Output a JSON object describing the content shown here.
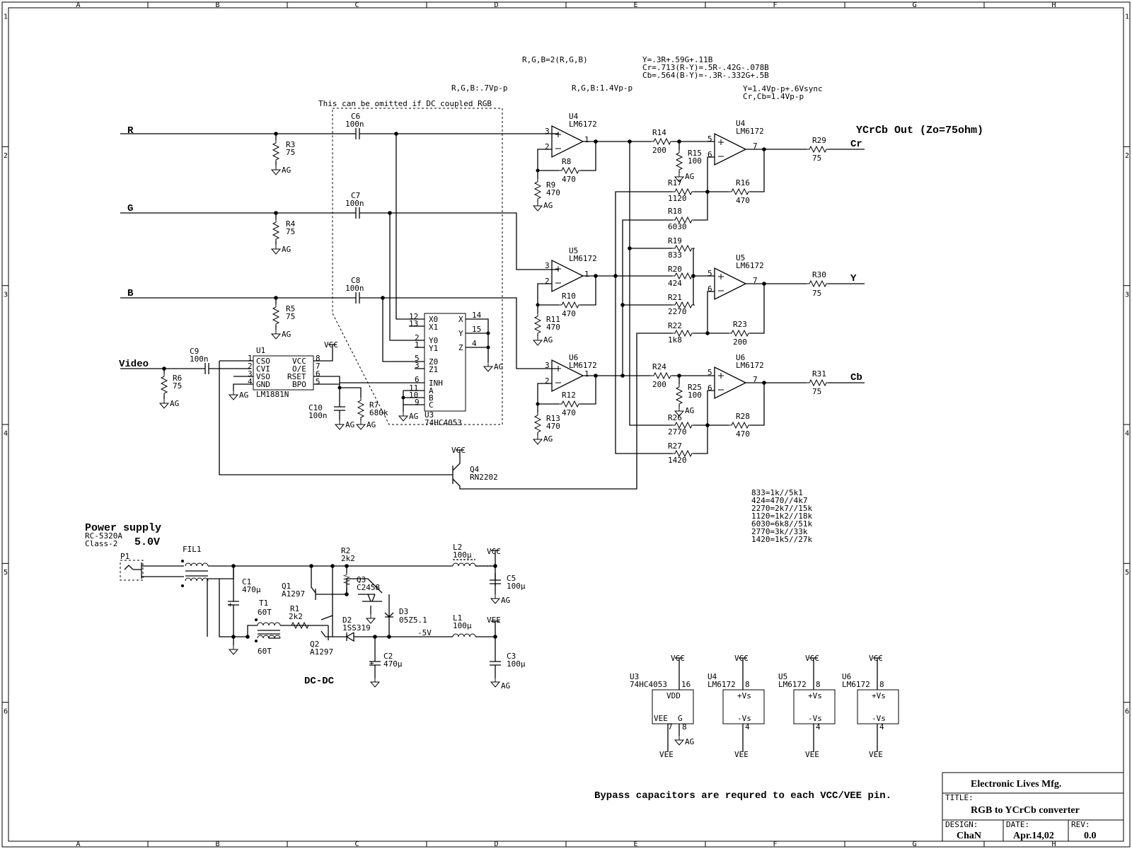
{
  "frame": {
    "cols": [
      "A",
      "B",
      "C",
      "D",
      "E",
      "F",
      "G",
      "H"
    ],
    "rows": [
      "1",
      "2",
      "3",
      "4",
      "5",
      "6"
    ]
  },
  "notes": {
    "rgb_gain": "R,G,B=2(R,G,B)",
    "y_eq": "Y=.3R+.59G+.11B",
    "cr_eq": "Cr=.713(R-Y)=.5R-.42G-.078B",
    "cb_eq": "Cb=.564(B-Y)=-.3R-.332G+.5B",
    "rgb_07": "R,G,B:.7Vp-p",
    "rgb_14": "R,G,B:1.4Vp-p",
    "y_level": "Y=1.4Vp-p+.6Vsync",
    "crcb_level": "Cr,Cb=1.4Vp-p",
    "omit_note": "This can be omitted if DC coupled RGB",
    "out_title": "YCrCb Out (Zo=75ohm)",
    "bypass_note": "Bypass capacitors are requred to each VCC/VEE pin.",
    "resistor_table": [
      "833=1k//5k1",
      "424=470//4k7",
      "2270=2k7//15k",
      "1120=1k2//18k",
      "6030=6k8//51k",
      "2770=3k//33k",
      "1420=1k5//27k"
    ]
  },
  "signals": {
    "r": "R",
    "g": "G",
    "b": "B",
    "video": "Video",
    "cr": "Cr",
    "y": "Y",
    "cb": "Cb"
  },
  "nets": {
    "ag": "AG",
    "vcc": "VCC",
    "vee": "VEE",
    "m5v": "-5V"
  },
  "components": {
    "c6": [
      "C6",
      "100n"
    ],
    "c7": [
      "C7",
      "100n"
    ],
    "c8": [
      "C8",
      "100n"
    ],
    "c9": [
      "C9",
      "100n"
    ],
    "c10": [
      "C10",
      "100n"
    ],
    "r3": [
      "R3",
      "75"
    ],
    "r4": [
      "R4",
      "75"
    ],
    "r5": [
      "R5",
      "75"
    ],
    "r6": [
      "R6",
      "75"
    ],
    "r7": [
      "R7",
      "680k"
    ],
    "r8": [
      "R8",
      "470"
    ],
    "r9": [
      "R9",
      "470"
    ],
    "r10": [
      "R10",
      "470"
    ],
    "r11": [
      "R11",
      "470"
    ],
    "r12": [
      "R12",
      "470"
    ],
    "r13": [
      "R13",
      "470"
    ],
    "r14": [
      "R14",
      "200"
    ],
    "r15": [
      "R15",
      "100"
    ],
    "r16": [
      "R16",
      "470"
    ],
    "r17": [
      "R17",
      "1120"
    ],
    "r18": [
      "R18",
      "6030"
    ],
    "r19": [
      "R19",
      "833"
    ],
    "r20": [
      "R20",
      "424"
    ],
    "r21": [
      "R21",
      "2270"
    ],
    "r22": [
      "R22",
      "1k8"
    ],
    "r23": [
      "R23",
      "200"
    ],
    "r24": [
      "R24",
      "200"
    ],
    "r25": [
      "R25",
      "100"
    ],
    "r26": [
      "R26",
      "2770"
    ],
    "r27": [
      "R27",
      "1420"
    ],
    "r28": [
      "R28",
      "470"
    ],
    "r29": [
      "R29",
      "75"
    ],
    "r30": [
      "R30",
      "75"
    ],
    "r31": [
      "R31",
      "75"
    ],
    "opamp": "LM6172",
    "u4": "U4",
    "u5": "U5",
    "u6": "U6",
    "u1": [
      "U1",
      "LM1881N"
    ],
    "u1_pins": [
      "CSO",
      "CVI",
      "VSO",
      "GND",
      "VCC",
      "O/E",
      "RSET",
      "BPO"
    ],
    "u3": [
      "U3",
      "74HC4053"
    ],
    "u3_pins_l": [
      "X0",
      "X1",
      "Y0",
      "Y1",
      "Z0",
      "Z1",
      "INH",
      "A",
      "B",
      "C"
    ],
    "u3_pins_r": [
      "X",
      "Y",
      "Z"
    ],
    "q4": [
      "Q4",
      "RN2202"
    ],
    "p1": "P1",
    "fil1": "FIL1",
    "c1": [
      "C1",
      "470µ"
    ],
    "c2": [
      "C2",
      "470µ"
    ],
    "c3": [
      "C3",
      "100µ"
    ],
    "c5": [
      "C5",
      "100µ"
    ],
    "t1": [
      "T1",
      "60T",
      "60T"
    ],
    "r1": [
      "R1",
      "2k2"
    ],
    "r2": [
      "R2",
      "2k2"
    ],
    "q1": [
      "Q1",
      "A1297"
    ],
    "q2": [
      "Q2",
      "A1297"
    ],
    "q3": [
      "Q3",
      "C2458"
    ],
    "d2": [
      "D2",
      "1SS319"
    ],
    "d3": [
      "D3",
      "05Z5.1"
    ],
    "l1": [
      "L1",
      "100µ"
    ],
    "l2": [
      "L2",
      "100µ"
    ]
  },
  "power": {
    "title": "Power supply",
    "model": "RC-5320A",
    "class": "Class-2",
    "voltage": "5.0V",
    "dcdc": "DC-DC"
  },
  "power_table": {
    "u3_pin": "16",
    "u3_vdd": "VDD",
    "u3_vee": "VEE",
    "u3_g": "G",
    "u3_p7": "7",
    "u3_p8": "8",
    "vs_plus": "+Vs",
    "vs_minus": "-Vs",
    "p8": "8",
    "p4": "4"
  },
  "title_block": {
    "company": "Electronic Lives Mfg.",
    "title_label": "TITLE:",
    "title": "RGB to YCrCb converter",
    "design_label": "DESIGN:",
    "design": "ChaN",
    "date_label": "DATE:",
    "date": "Apr.14,02",
    "rev_label": "REV:",
    "rev": "0.0"
  }
}
